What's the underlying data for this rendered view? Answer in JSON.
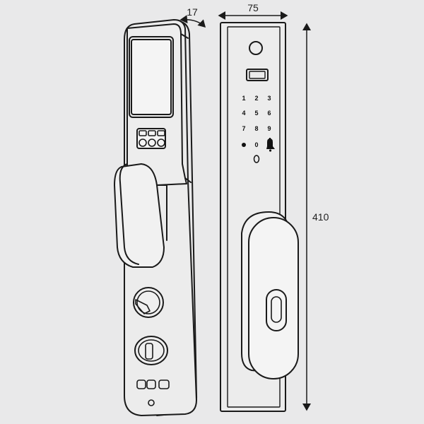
{
  "dimensions": {
    "depth": "17",
    "width": "75",
    "height": "410"
  },
  "keypad": {
    "rows": [
      [
        "1",
        "2",
        "3"
      ],
      [
        "4",
        "5",
        "6"
      ],
      [
        "7",
        "8",
        "9"
      ],
      [
        "",
        "0",
        ""
      ]
    ]
  },
  "colors": {
    "background": "#e9e9ea",
    "line": "#1a1a1a"
  }
}
